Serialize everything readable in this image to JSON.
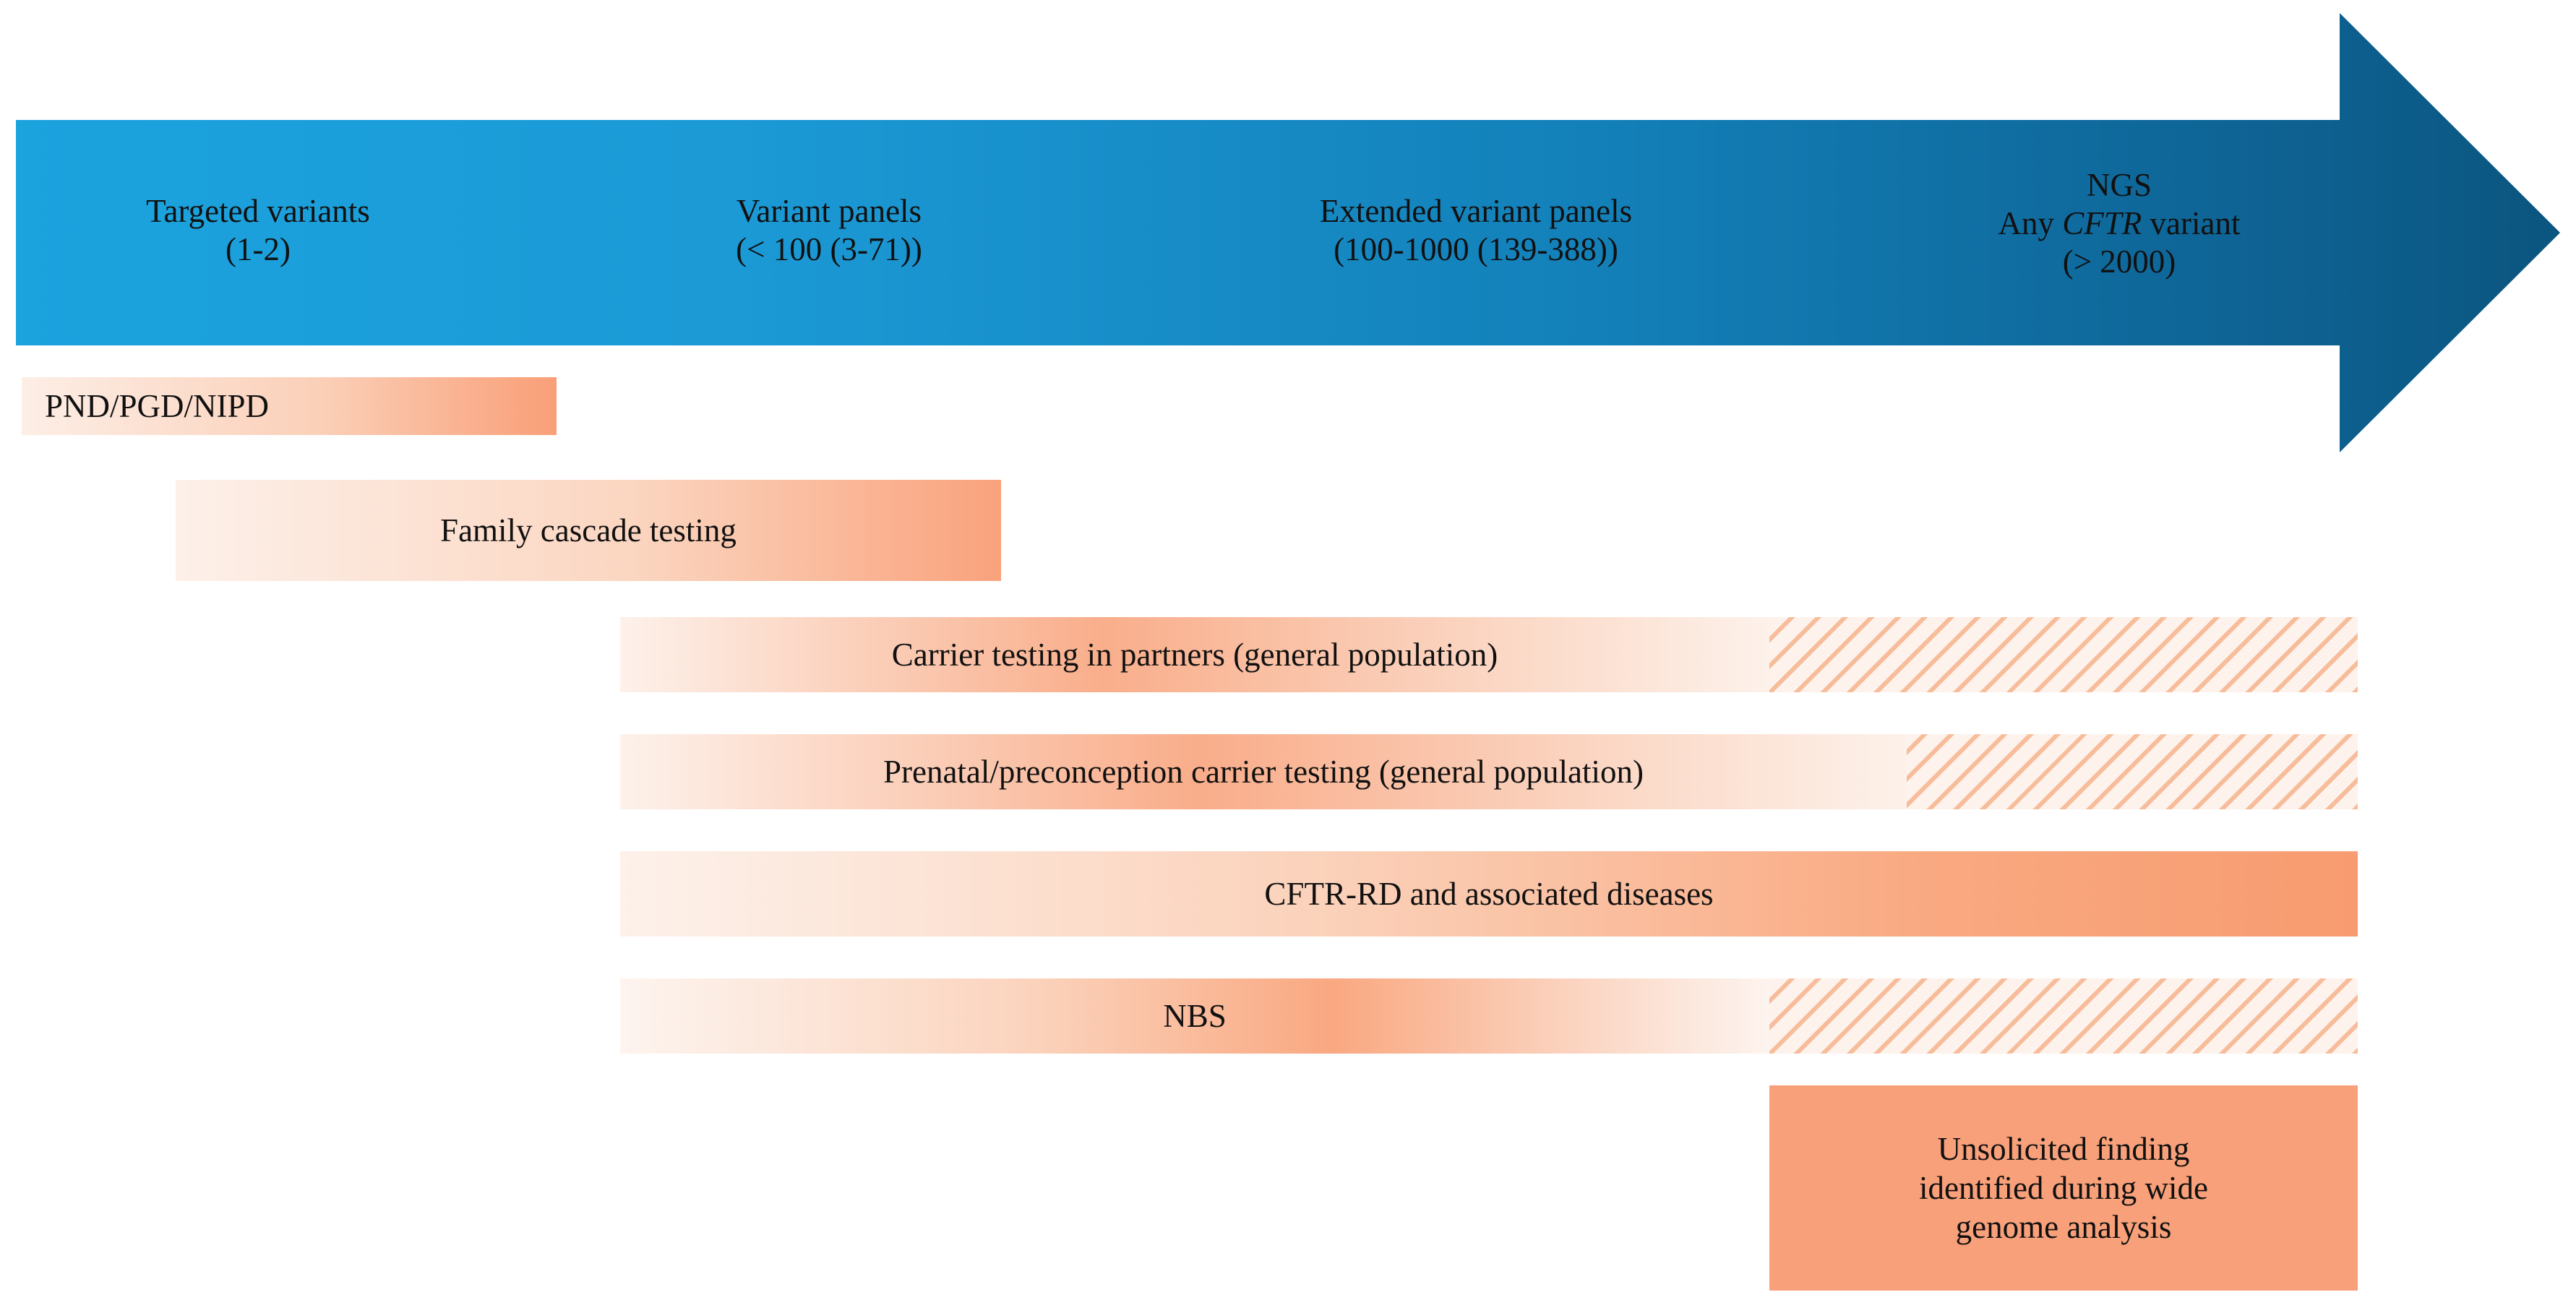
{
  "diagram": {
    "title": "CFTR genetic testing scope diagram",
    "colors": {
      "arrow_light": "#1b9ad6",
      "arrow_dark": "#0e5f8c",
      "bar_peach": "#f8a07a",
      "bar_light": "#fdf3ee",
      "text": "#111111"
    },
    "arrow": {
      "name": "gradient-arrow",
      "stages": [
        {
          "line1": "Targeted variants",
          "line2": "(1-2)",
          "line3": ""
        },
        {
          "line1": "Variant panels",
          "line2": "(< 100 (3-71))",
          "line3": ""
        },
        {
          "line1": "Extended  variant panels",
          "line2": "(100-1000 (139-388))",
          "line3": ""
        },
        {
          "line1": "NGS",
          "line2_pre": "Any ",
          "line2_italic": "CFTR",
          "line2_post": " variant",
          "line3": "(> 2000)"
        }
      ]
    },
    "bars": [
      {
        "label": "PND/PGD/NIPD",
        "hatched": false
      },
      {
        "label": "Family cascade testing",
        "hatched": false
      },
      {
        "label": "Carrier testing in partners (general population)",
        "hatched": true
      },
      {
        "label": "Prenatal/preconception carrier testing (general population)",
        "hatched": true
      },
      {
        "label": "CFTR-RD and associated diseases",
        "hatched": false
      },
      {
        "label": "NBS",
        "hatched": true
      },
      {
        "label": "Unsolicited finding identified during wide genome analysis",
        "line1": "Unsolicited finding",
        "line2": "identified  during  wide",
        "line3": "genome analysis",
        "hatched": false
      }
    ]
  }
}
